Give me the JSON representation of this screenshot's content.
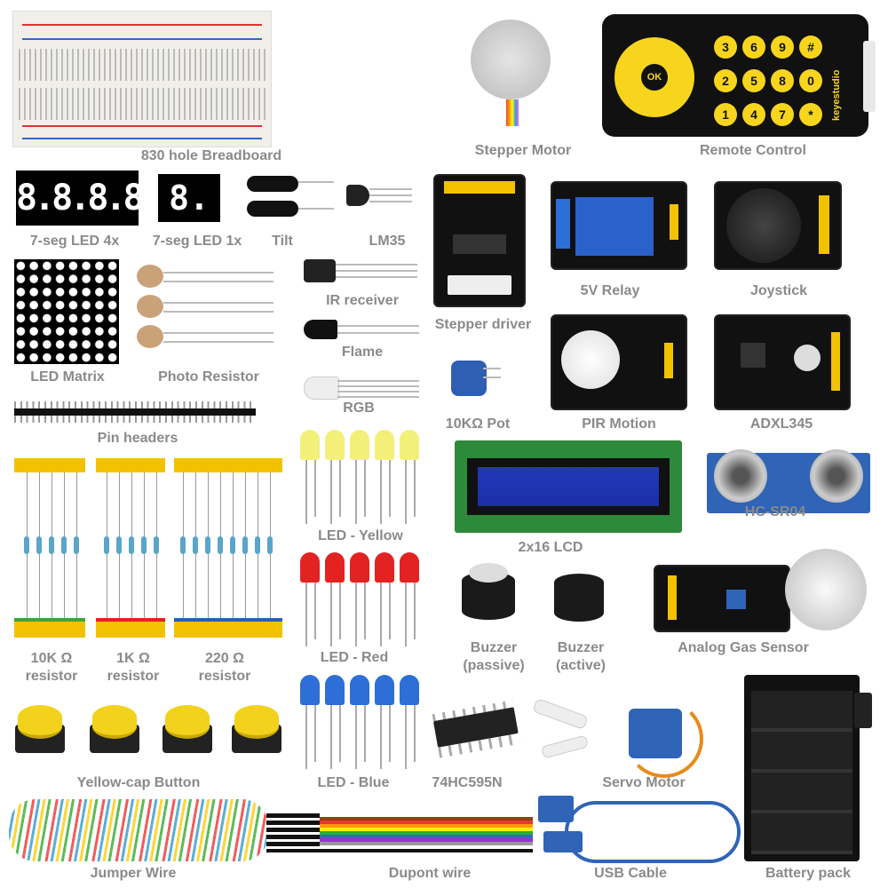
{
  "labels": {
    "breadboard": "830 hole Breadboard",
    "stepper_motor": "Stepper Motor",
    "remote_control": "Remote Control",
    "seg4": "7-seg LED 4x",
    "seg1": "7-seg LED 1x",
    "tilt": "Tilt",
    "lm35": "LM35",
    "relay": "5V Relay",
    "joystick": "Joystick",
    "ir_receiver": "IR receiver",
    "stepper_driver": "Stepper driver",
    "flame": "Flame",
    "led_matrix": "LED Matrix",
    "photo_resistor": "Photo Resistor",
    "rgb": "RGB",
    "pot": "10KΩ Pot",
    "pir": "PIR Motion",
    "adxl345": "ADXL345",
    "pin_headers": "Pin headers",
    "led_yellow": "LED - Yellow",
    "lcd": "2x16 LCD",
    "hcsr04": "HC-SR04",
    "led_red": "LED - Red",
    "buzzer_passive_1": "Buzzer",
    "buzzer_passive_2": "(passive)",
    "buzzer_active_1": "Buzzer",
    "buzzer_active_2": "(active)",
    "gas_sensor": "Analog Gas Sensor",
    "res10k_1": "10K Ω",
    "res10k_2": "resistor",
    "res1k_1": "1K Ω",
    "res1k_2": "resistor",
    "res220_1": "220 Ω",
    "res220_2": "resistor",
    "button": "Yellow-cap Button",
    "led_blue": "LED - Blue",
    "ic": "74HC595N",
    "servo": "Servo Motor",
    "jumper_wire": "Jumper Wire",
    "dupont_wire": "Dupont wire",
    "usb_cable": "USB Cable",
    "battery_pack": "Battery pack"
  },
  "remote": {
    "brand": "keyestudio",
    "ok": "OK",
    "keys": [
      "3",
      "6",
      "9",
      "#",
      "2",
      "5",
      "8",
      "0",
      "1",
      "4",
      "7",
      "*"
    ]
  },
  "seg_display": {
    "four": "8.8.8.8.",
    "one": "8."
  },
  "colors": {
    "label": "#8a8a8a",
    "pcb": "#111111",
    "header": "#f2c200",
    "led_yellow": "#f3f07a",
    "led_red": "#e32222",
    "led_blue": "#2d6fd6",
    "lcd": "#1b2fa8"
  }
}
